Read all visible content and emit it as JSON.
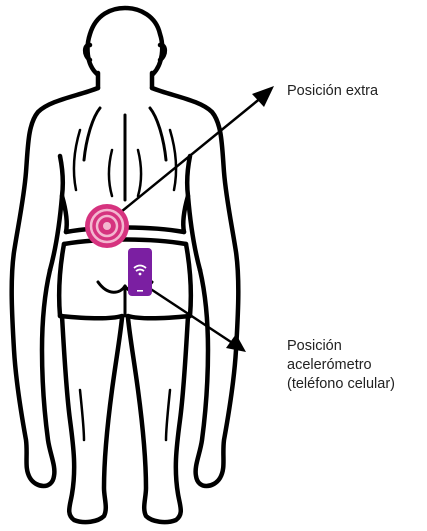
{
  "labels": {
    "extra_position": "Posición extra",
    "accelerometer_position": [
      "Posición",
      "acelerómetro",
      "(teléfono celular)"
    ]
  },
  "icons": {
    "target": "concentric-target-icon",
    "phone": "smartphone-wifi-icon"
  },
  "colors": {
    "outline": "#000000",
    "target": "#d6337f",
    "phone": "#7b1fa2"
  }
}
